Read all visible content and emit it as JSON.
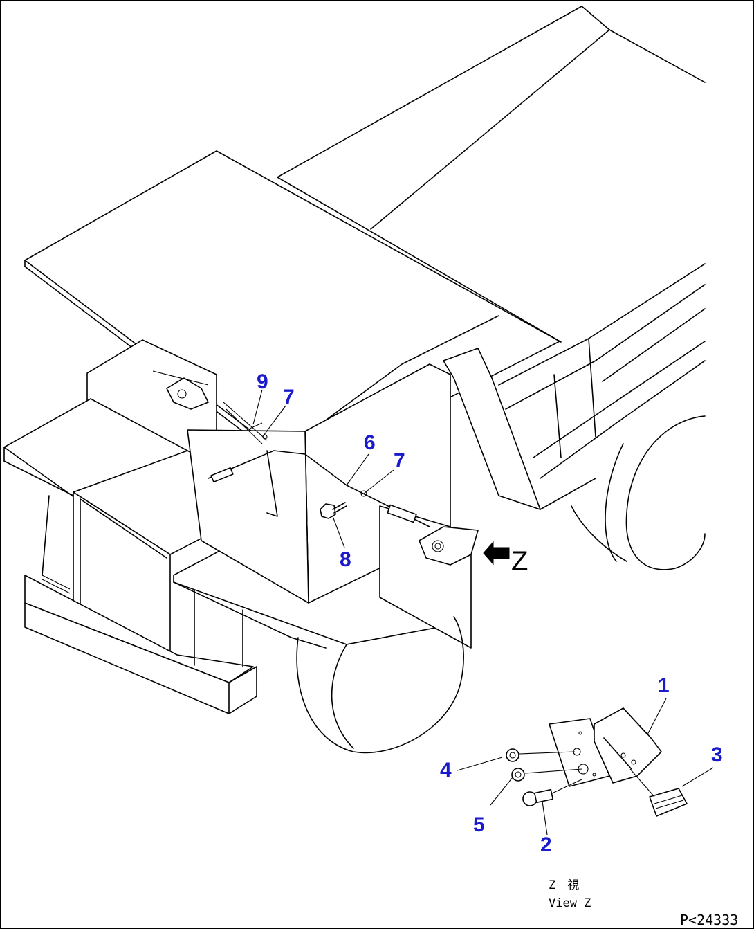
{
  "callouts": {
    "c1": "1",
    "c2": "2",
    "c3": "3",
    "c4": "4",
    "c5": "5",
    "c6": "6",
    "c7a": "7",
    "c7b": "7",
    "c8": "8",
    "c9": "9"
  },
  "view_arrow_label": "Z",
  "view_caption": {
    "jp": "Z　視",
    "en": "View Z"
  },
  "drawing_code": "P<24333",
  "colors": {
    "callout": "#1a1acc",
    "line": "#000000",
    "background": "#ffffff"
  }
}
